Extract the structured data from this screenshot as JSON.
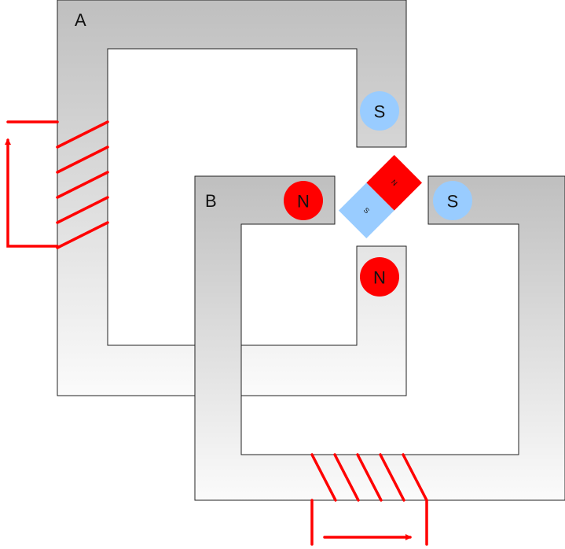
{
  "cores": {
    "a": {
      "label": "A"
    },
    "b": {
      "label": "B"
    }
  },
  "poles": {
    "a_gap_top": "S",
    "b_gap_left": "N",
    "b_gap_right": "S",
    "b_gap_bottom": "N"
  },
  "rotor": {
    "north_label": "N",
    "south_label": "S"
  },
  "colors": {
    "core_top": "#bfbfbf",
    "core_bottom": "#fbfbfb",
    "core_outline": "#222222",
    "coil": "#ff0000",
    "north": "#ff0000",
    "south": "#99ccff",
    "background": "#ffffff"
  }
}
